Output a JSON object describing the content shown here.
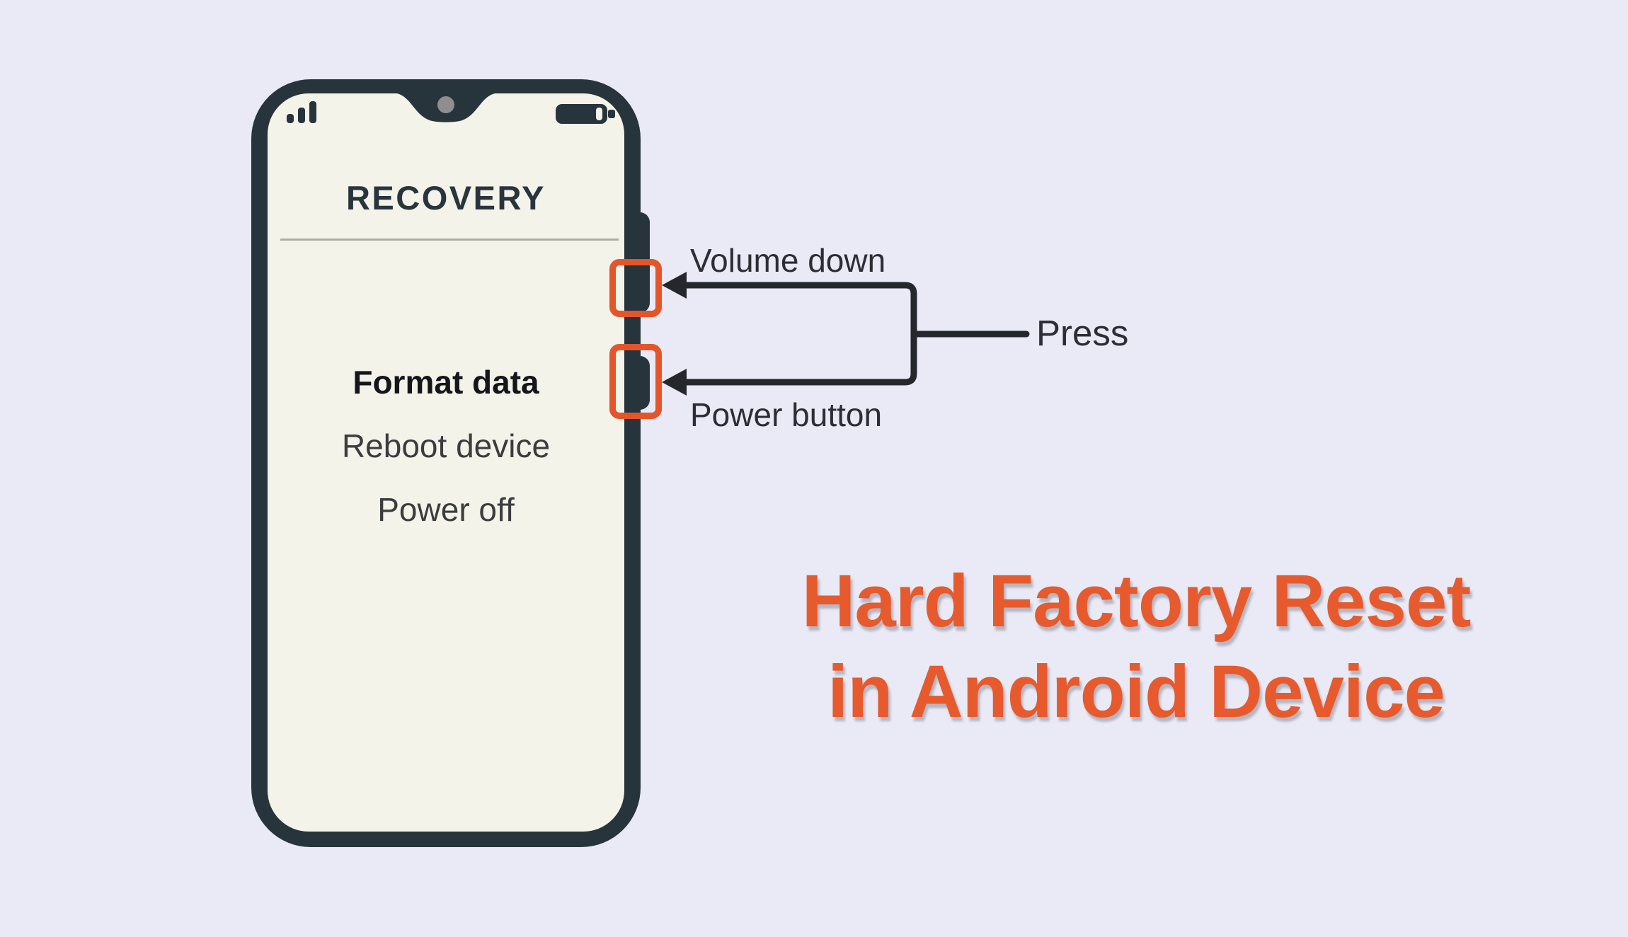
{
  "colors": {
    "background": "#E9EAF5",
    "phone_body": "#28343C",
    "screen": "#F4F3EA",
    "accent_orange": "#E4552A",
    "title_orange": "#E65A2D",
    "ink": "#24272C",
    "menu_selected": "#14161A",
    "menu_text": "#3B3C3E",
    "divider": "#AFADA8",
    "camera": "#8E8E8E"
  },
  "phone": {
    "screen_title": "RECOVERY",
    "menu_items": [
      {
        "label": "Format data",
        "selected": true
      },
      {
        "label": "Reboot device",
        "selected": false
      },
      {
        "label": "Power off",
        "selected": false
      }
    ],
    "status_icons": [
      "signal-icon",
      "battery-icon",
      "camera-icon"
    ]
  },
  "annotations": {
    "volume_label": "Volume down",
    "power_label": "Power button",
    "press_label": "Press"
  },
  "title": {
    "line1": "Hard Factory Reset",
    "line2": "in Android Device"
  }
}
